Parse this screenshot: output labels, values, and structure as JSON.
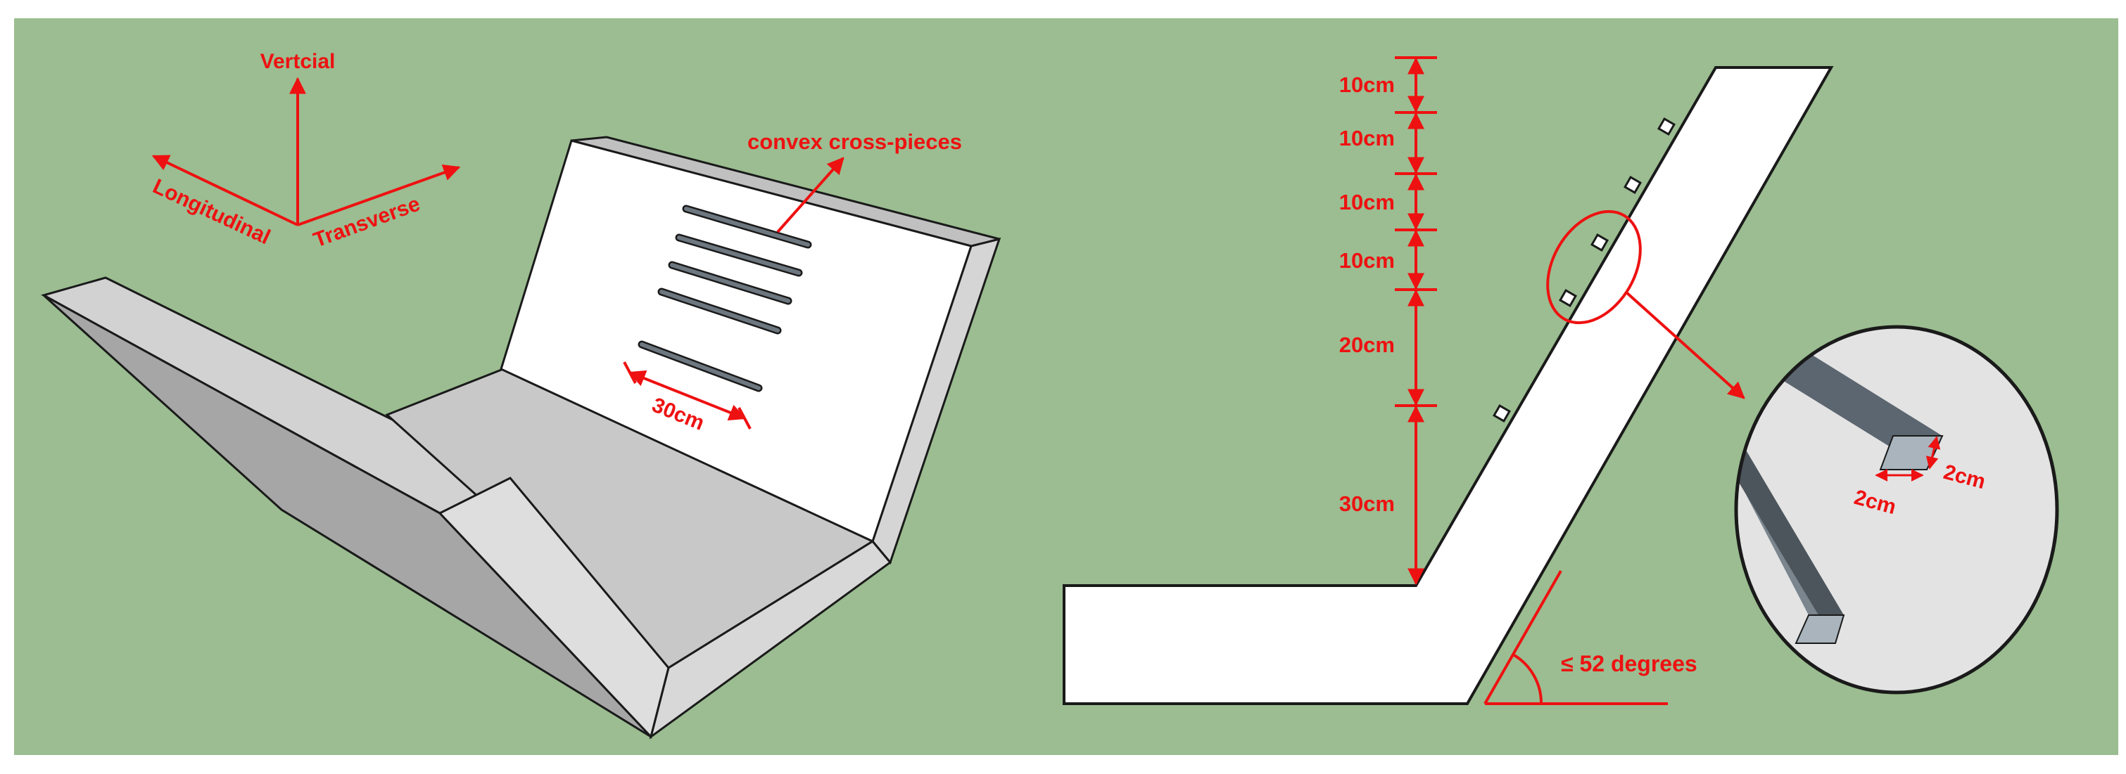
{
  "colors": {
    "background": "#9bbd91",
    "annotation": "#ee1111",
    "panel": "#ffffff",
    "outline": "#1a1a1a",
    "concrete_light": "#d2d2d2",
    "concrete_mid": "#bdbdbd",
    "concrete_dark": "#a6a6a6",
    "bar": "#5c6670",
    "bar_light": "#a6b0b8",
    "magnifier_fill": "#e3e3e3"
  },
  "left_panel": {
    "axes": {
      "vertical": "Vertcial",
      "longitudinal": "Longitudinal",
      "transverse": "Transverse"
    },
    "cross_pieces_label": "convex cross-pieces",
    "width_label": "30cm"
  },
  "right_panel": {
    "spacing_labels": [
      "10cm",
      "10cm",
      "10cm",
      "10cm",
      "20cm",
      "30cm"
    ],
    "angle_label": "≤ 52 degrees",
    "detail": {
      "width_label": "2cm",
      "height_label": "2cm"
    }
  }
}
